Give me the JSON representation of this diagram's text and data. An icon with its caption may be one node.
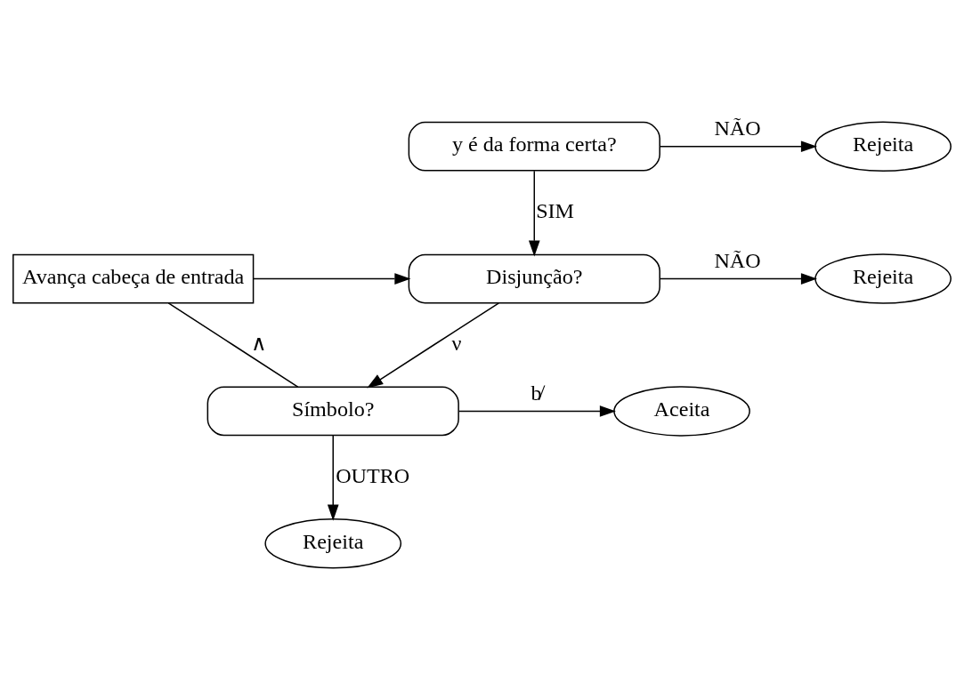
{
  "diagram": {
    "nodes": [
      {
        "text": [
          "y é da forma certa?"
        ]
      },
      {
        "text": [
          "Rejeita"
        ]
      },
      {
        "text": [
          "Disjunção?"
        ]
      },
      {
        "text": [
          "Rejeita"
        ]
      },
      {
        "text": [
          "Avança cabeça de entrada"
        ]
      },
      {
        "text": [
          "Símbolo?"
        ]
      },
      {
        "text": [
          "Aceita"
        ]
      },
      {
        "text": [
          "Rejeita"
        ]
      }
    ],
    "edges": [
      {
        "from": 0,
        "to": 1,
        "arrow": "to",
        "label": "NÃO"
      },
      {
        "from": 0,
        "to": 2,
        "arrow": "to",
        "label": "SIM"
      },
      {
        "from": 4,
        "to": 2,
        "arrow": "to"
      },
      {
        "from": 2,
        "to": 3,
        "arrow": "to",
        "label": "NÃO"
      },
      {
        "from": 2,
        "to": 5,
        "arrow": "to",
        "label": "ν"
      },
      {
        "from": 5,
        "to": 4,
        "arrow": "none",
        "label": "∧"
      },
      {
        "from": 5,
        "to": 6,
        "arrow": "to",
        "label": "b̸"
      },
      {
        "from": 5,
        "to": 7,
        "arrow": "to",
        "label": "OUTRO"
      }
    ]
  }
}
